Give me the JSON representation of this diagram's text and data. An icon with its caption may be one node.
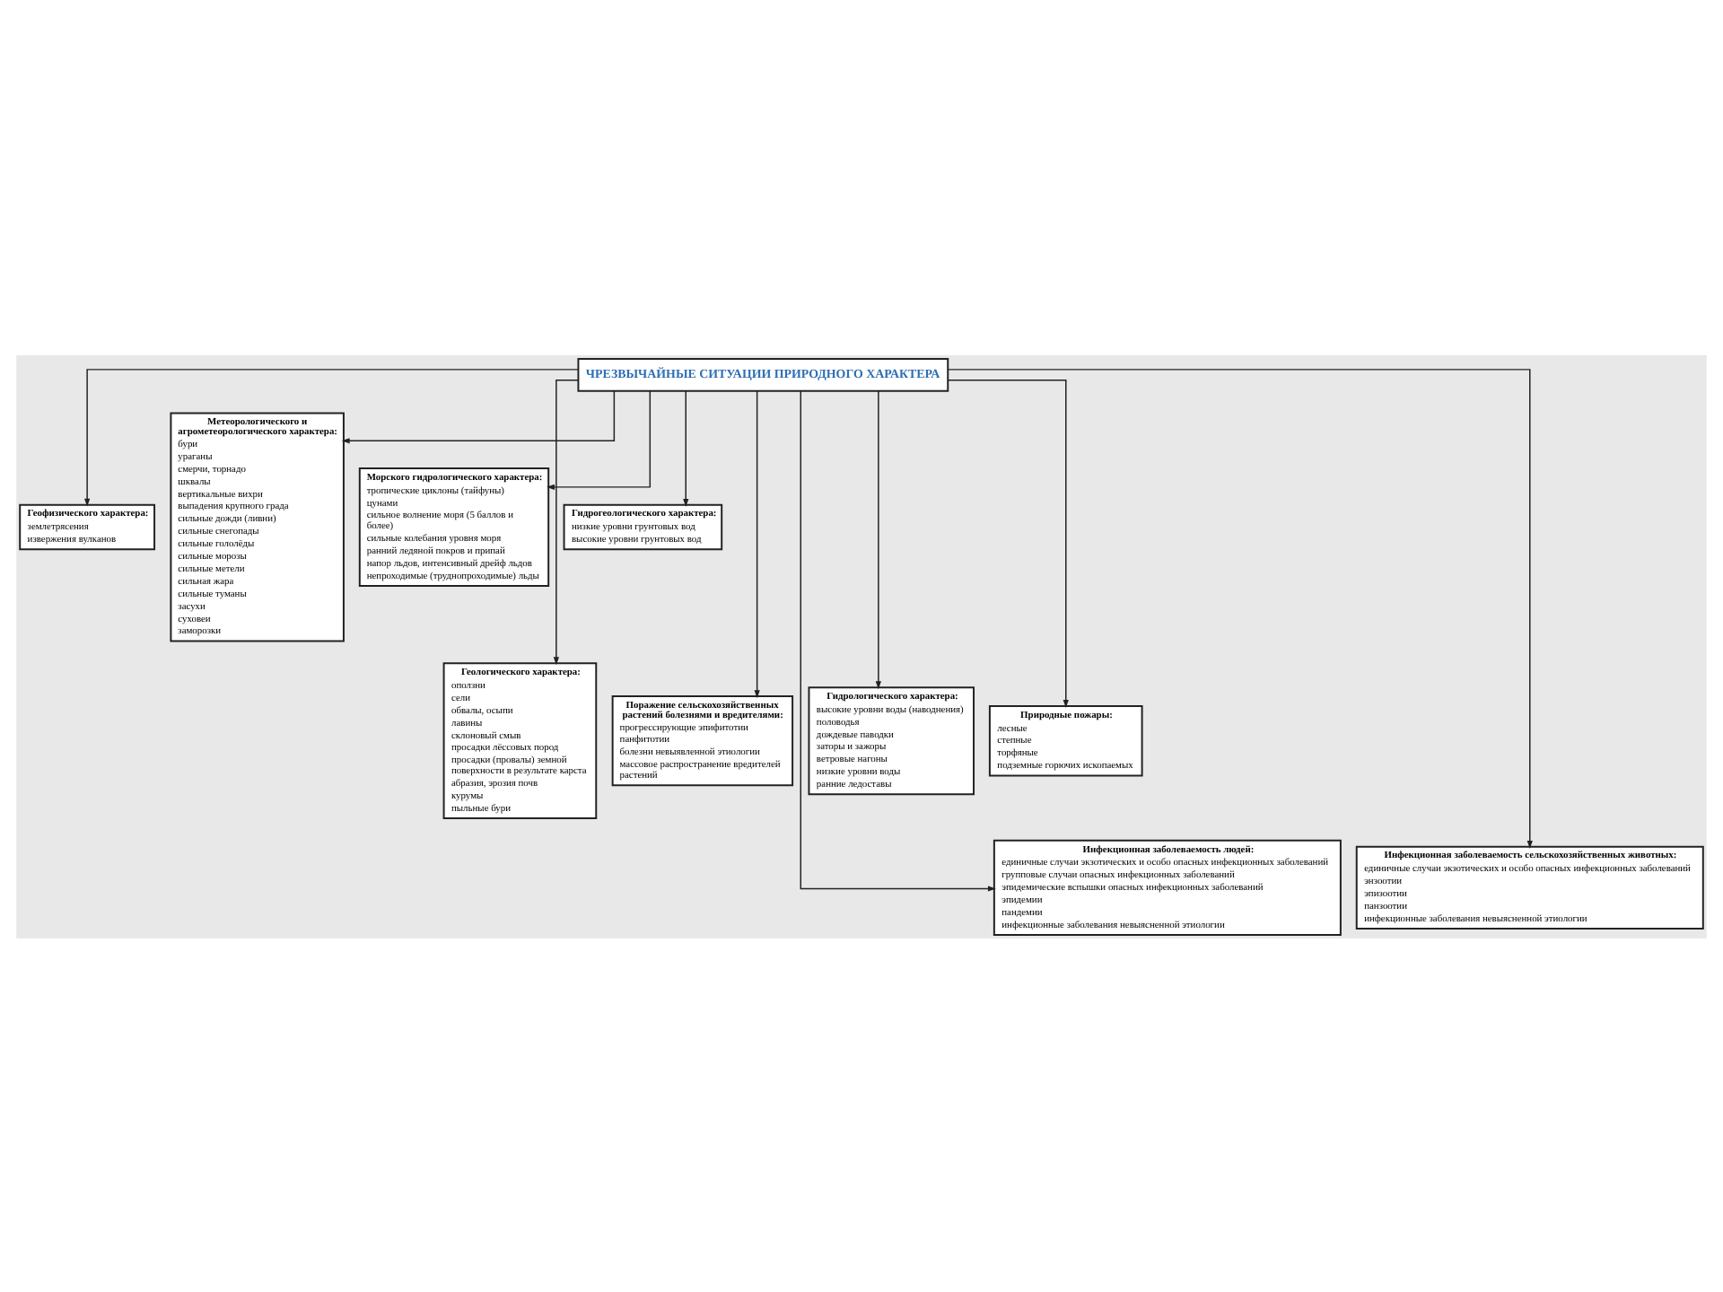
{
  "diagram": {
    "nodes": [
      {
        "text": [
          "ЧРЕЗВЫЧАЙНЫЕ СИТУАЦИИ ПРИРОДНОГО ХАРАКТЕРА"
        ]
      },
      {
        "text": [
          "Геофизического характера:",
          "землетрясения",
          "извержения вулканов"
        ]
      },
      {
        "text": [
          "Метеорологического и агрометеорологического характера:",
          "бури",
          "ураганы",
          "смерчи, торнадо",
          "шквалы",
          "вертикальные вихри",
          "выпадения крупного града",
          "сильные дожди (ливни)",
          "сильные снегопады",
          "сильные гололёды",
          "сильные морозы",
          "сильные метели",
          "сильная жара",
          "сильные туманы",
          "засухи",
          "суховеи",
          "заморозки"
        ]
      },
      {
        "text": [
          "Морского гидрологического характера:",
          "тропические циклоны (тайфуны)",
          "цунами",
          "сильное волнение моря (5 баллов и более)",
          "сильные колебания уровня моря",
          "ранний ледяной покров и припай",
          "напор льдов, интенсивный дрейф льдов",
          "непроходимые (труднопроходимые) льды"
        ]
      },
      {
        "text": [
          "Гидрогеологического характера:",
          "низкие уровни грунтовых вод",
          "высокие уровни грунтовых вод"
        ]
      },
      {
        "text": [
          "Геологического характера:",
          "оползни",
          "сели",
          "обвалы, осыпи",
          "лавины",
          "склоновый смыв",
          "просадки лёссовых пород",
          "просадки (провалы) земной поверхности в результате карста",
          "абразия, эрозия почв",
          "курумы",
          "пыльные бури"
        ]
      },
      {
        "text": [
          "Поражение сельскохозяйственных растений болезнями и вредителями:",
          "прогрессирующие эпифитотии",
          "панфитотии",
          "болезни невыявленной этиологии",
          "массовое распространение вредителей растений"
        ]
      },
      {
        "text": [
          "Гидрологического характера:",
          "высокие уровни воды (наводнения)",
          "половодья",
          "дождевые паводки",
          "заторы и зажоры",
          "ветровые нагоны",
          "низкие уровни воды",
          "ранние ледоставы"
        ]
      },
      {
        "text": [
          "Природные пожары:",
          "лесные",
          "степные",
          "торфяные",
          "подземные горючих ископаемых"
        ]
      },
      {
        "text": [
          "Инфекционная заболеваемость людей:",
          "единичные случаи экзотических и особо опасных инфекционных заболеваний",
          "групповые случаи опасных инфекционных заболеваний",
          "эпидемические вспышки опасных инфекционных заболеваний",
          "эпидемии",
          "пандемии",
          "инфекционные заболевания невыясненной этиологии"
        ]
      },
      {
        "text": [
          "Инфекционная заболеваемость сельскохозяйственных животных:",
          "единичные случаи экзотических и особо опасных инфекционных заболеваний",
          "энзоотии",
          "эпизоотии",
          "панзоотии",
          "инфекционные заболевания невыясненной этиологии"
        ]
      }
    ],
    "edges": [
      {
        "from": 0,
        "to": 1,
        "arrow": "to"
      },
      {
        "from": 0,
        "to": 2,
        "arrow": "to"
      },
      {
        "from": 0,
        "to": 3,
        "arrow": "to"
      },
      {
        "from": 0,
        "to": 4,
        "arrow": "to"
      },
      {
        "from": 0,
        "to": 5,
        "arrow": "to"
      },
      {
        "from": 0,
        "to": 6,
        "arrow": "to"
      },
      {
        "from": 0,
        "to": 7,
        "arrow": "to"
      },
      {
        "from": 0,
        "to": 8,
        "arrow": "to"
      },
      {
        "from": 0,
        "to": 9,
        "arrow": "to"
      },
      {
        "from": 0,
        "to": 10,
        "arrow": "to"
      }
    ]
  }
}
